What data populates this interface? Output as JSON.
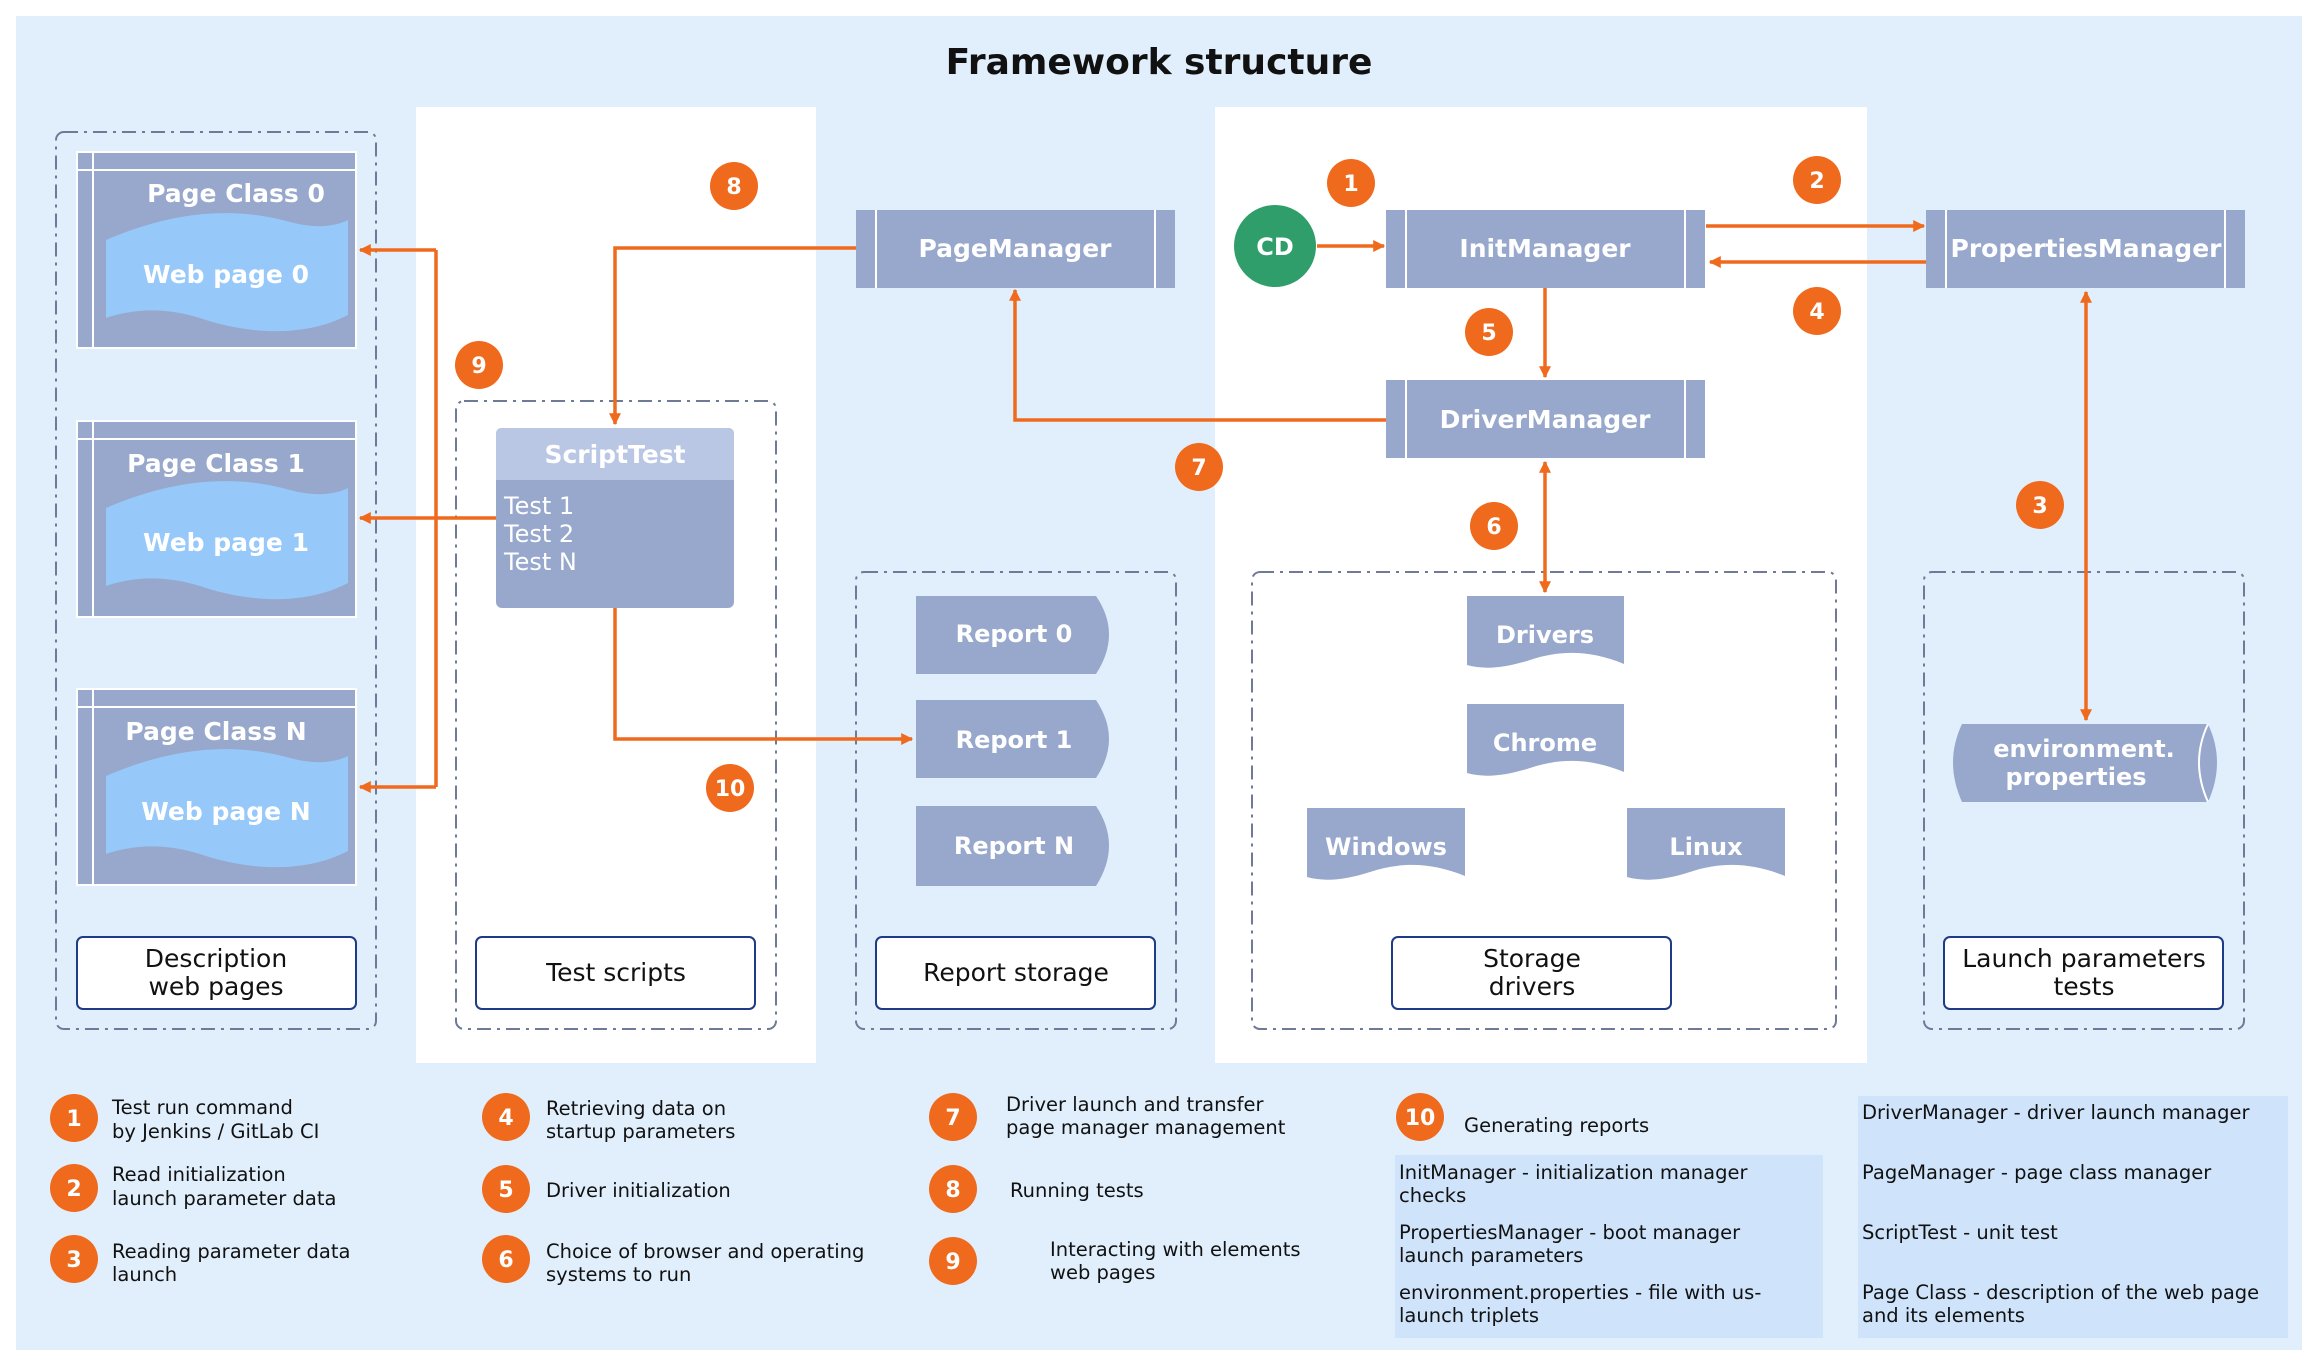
{
  "title": "Framework structure",
  "nodes": {
    "page_manager": "PageManager",
    "init_manager": "InitManager",
    "properties_manager": "PropertiesManager",
    "driver_manager": "DriverManager",
    "cd": "CD",
    "script_test_title": "ScriptTest",
    "script_tests": [
      "Test 1",
      "Test 2",
      "Test N"
    ],
    "page_classes": [
      {
        "title": "Page Class 0",
        "page": "Web page 0"
      },
      {
        "title": "Page Class 1",
        "page": "Web page 1"
      },
      {
        "title": "Page Class N",
        "page": "Web page N"
      }
    ],
    "reports": [
      "Report 0",
      "Report 1",
      "Report N"
    ],
    "drivers": "Drivers",
    "chrome": "Chrome",
    "windows": "Windows",
    "linux": "Linux",
    "env_props": [
      "environment.",
      "properties"
    ]
  },
  "groups": {
    "web_pages": [
      "Description",
      "web pages"
    ],
    "test_scripts": [
      "Test scripts"
    ],
    "report_storage": [
      "Report storage"
    ],
    "storage_drivers": [
      "Storage",
      "drivers"
    ],
    "launch_params": [
      "Launch parameters",
      "tests"
    ]
  },
  "badges": [
    "1",
    "2",
    "3",
    "4",
    "5",
    "6",
    "7",
    "8",
    "9",
    "10"
  ],
  "legend": {
    "items": [
      {
        "num": "1",
        "lines": [
          "Test run command",
          "by Jenkins / GitLab CI"
        ]
      },
      {
        "num": "2",
        "lines": [
          "Read initialization",
          "launch parameter data"
        ]
      },
      {
        "num": "3",
        "lines": [
          "Reading parameter data",
          "launch"
        ]
      },
      {
        "num": "4",
        "lines": [
          "Retrieving data on",
          "startup parameters"
        ]
      },
      {
        "num": "5",
        "lines": [
          "Driver initialization"
        ]
      },
      {
        "num": "6",
        "lines": [
          "Choice of browser and operating",
          "systems to run"
        ]
      },
      {
        "num": "7",
        "lines": [
          "Driver launch and transfer",
          "page manager management"
        ]
      },
      {
        "num": "8",
        "lines": [
          "Running tests"
        ]
      },
      {
        "num": "9",
        "lines": [
          "Interacting with elements",
          "web pages"
        ]
      },
      {
        "num": "10",
        "lines": [
          "Generating reports"
        ]
      }
    ],
    "glossary_left": [
      [
        "InitManager - initialization manager",
        "checks"
      ],
      [
        "PropertiesManager - boot manager",
        "launch parameters"
      ],
      [
        "environment.properties - file with us-",
        "launch triplets"
      ]
    ],
    "glossary_right": [
      [
        "DriverManager - driver launch manager"
      ],
      [
        "PageManager - page class manager"
      ],
      [
        "ScriptTest - unit test"
      ],
      [
        "Page Class - description of the web page",
        "and its elements"
      ]
    ]
  },
  "colors": {
    "background": "#e1effc",
    "panel": "#ffffff",
    "node": "#97a8cc",
    "node_light": "#b9c7e4",
    "web_page": "#96c9fa",
    "arrow": "#ef6a1c",
    "cd": "#2f9e6a",
    "group_border": "#6f7a99",
    "label_border": "#1f3a86",
    "glossary_bg": "#cfe4fb"
  }
}
